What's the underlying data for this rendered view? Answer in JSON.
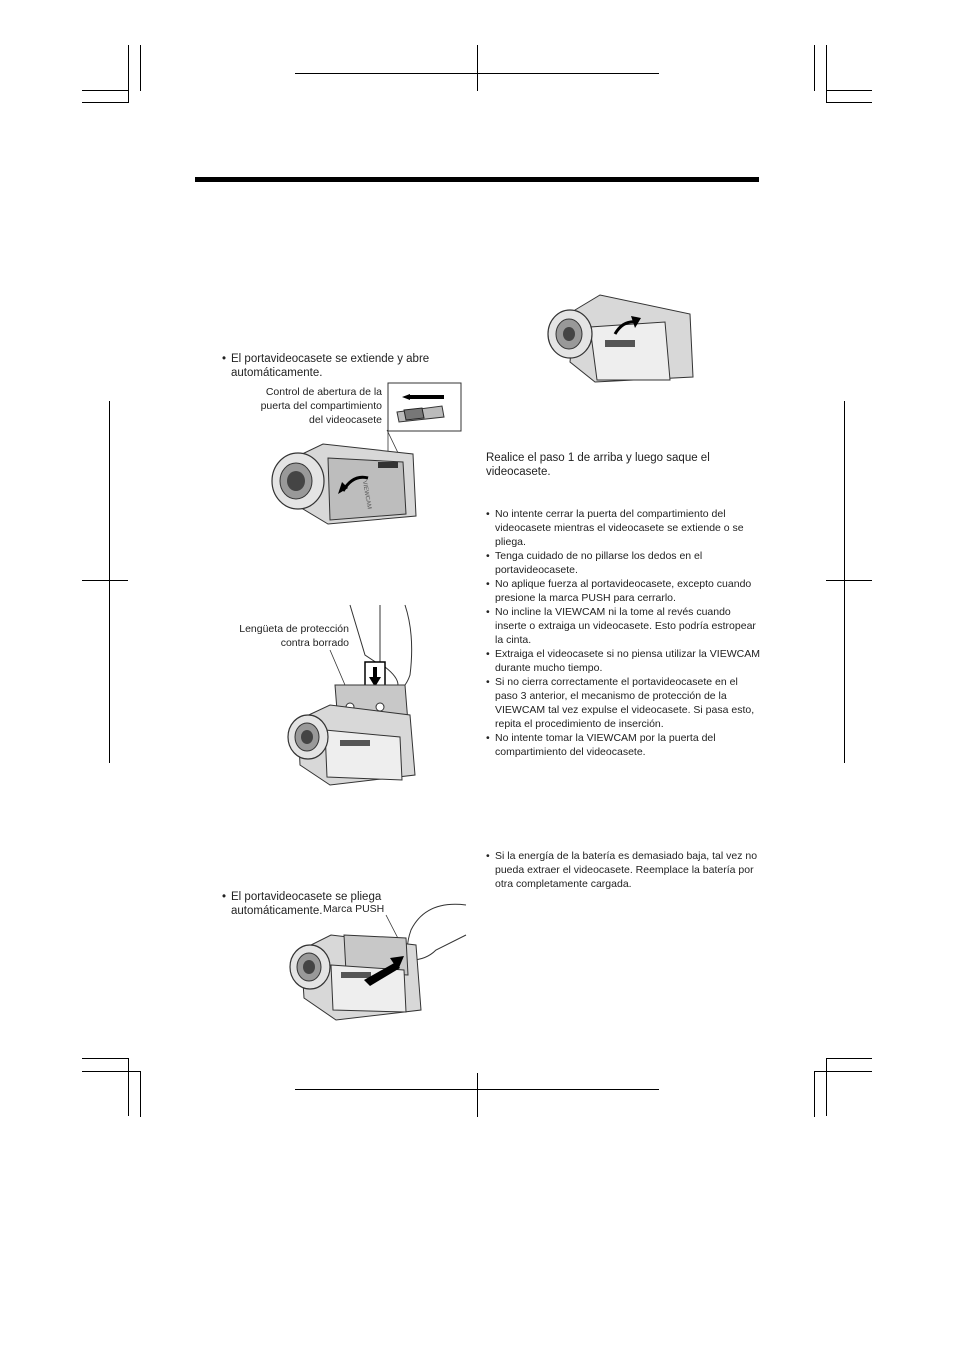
{
  "left": {
    "step1_bullet": "El portavideocasete se extiende y abre automáticamente.",
    "door_control_label": [
      "Control de abertura de la",
      "puerta del compartimiento",
      "del videocasete"
    ],
    "camera_brand": "VIEWCAM",
    "tab_label": [
      "Lengüeta de protección",
      "contra borrado"
    ],
    "step3_bullet": "El portavideocasete se pliega automáticamente.",
    "push_label": "Marca PUSH"
  },
  "right": {
    "remove_text": "Realice el paso 1 de arriba y luego saque el videocasete.",
    "notes": [
      "No intente cerrar la puerta del compartimiento del videocasete mientras el videocasete se extiende o se pliega.",
      "Tenga cuidado de no pillarse los dedos en el portavideocasete.",
      "No aplique fuerza al portavideocasete, excepto cuando presione la marca PUSH para cerrarlo.",
      "No incline la VIEWCAM ni la tome al revés cuando inserte o extraiga un videocasete. Esto podría estropear la cinta.",
      "Extraiga el videocasete si no piensa utilizar la VIEWCAM durante mucho tiempo.",
      "Si no cierra correctamente el portavideocasete en el paso 3 anterior, el mecanismo de protección de la VIEWCAM tal vez expulse el videocasete. Si pasa esto, repita el procedimiento de inserción.",
      "No intente tomar la VIEWCAM por la puerta del compartimiento del videocasete."
    ],
    "battery_note": "Si la energía de la batería es demasiado baja, tal vez no pueda extraer el videocasete. Reemplace la batería por otra completamente cargada."
  }
}
